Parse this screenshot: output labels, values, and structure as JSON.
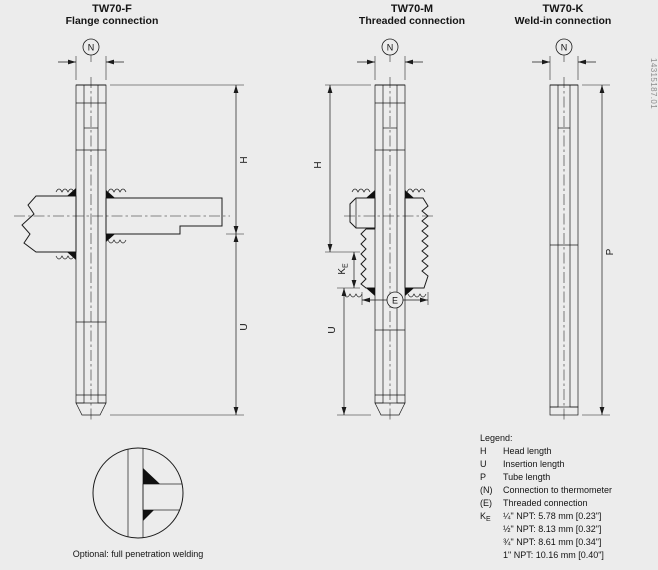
{
  "page": {
    "bg_color": "#ececec",
    "line_color": "#1b1b1b",
    "doc_number": "14315187.01"
  },
  "views": {
    "f": {
      "title": "TW70-F",
      "subtitle": "Flange connection",
      "dim_n": "N",
      "dim_h": "H",
      "dim_u": "U"
    },
    "m": {
      "title": "TW70-M",
      "subtitle": "Threaded connection",
      "dim_n": "N",
      "dim_h": "H",
      "dim_u": "U",
      "dim_k_base": "K",
      "dim_k_sub": "E",
      "dim_e": "E"
    },
    "k": {
      "title": "TW70-K",
      "subtitle": "Weld-in connection",
      "dim_n": "N",
      "dim_p": "P"
    }
  },
  "detail": {
    "caption": "Optional: full penetration welding"
  },
  "legend": {
    "title": "Legend:",
    "items": [
      {
        "symbol": "H",
        "text": "Head length"
      },
      {
        "symbol": "U",
        "text": "Insertion length"
      },
      {
        "symbol": "P",
        "text": "Tube length"
      },
      {
        "symbol": "(N)",
        "text": "Connection to thermometer"
      },
      {
        "symbol": "(E)",
        "text": "Threaded connection"
      },
      {
        "symbol": "K",
        "symbol_sub": "E",
        "text": "¼\" NPT: 5.78 mm [0.23\"]"
      },
      {
        "symbol": "",
        "text": "½\" NPT: 8.13 mm [0.32\"]"
      },
      {
        "symbol": "",
        "text": "¾\" NPT: 8.61 mm [0.34\"]"
      },
      {
        "symbol": "",
        "text": "1\" NPT: 10.16 mm [0.40\"]"
      }
    ]
  }
}
